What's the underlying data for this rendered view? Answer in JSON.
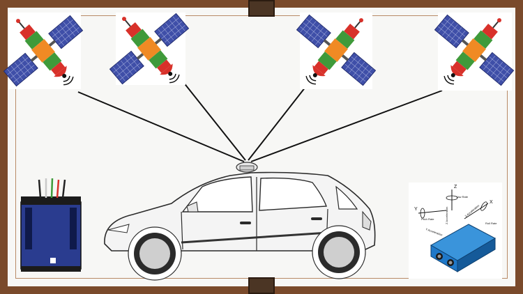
{
  "scene": {
    "satellites": [
      {
        "name": "satellite-1",
        "facing": "right"
      },
      {
        "name": "satellite-2",
        "facing": "right"
      },
      {
        "name": "satellite-3",
        "facing": "left"
      },
      {
        "name": "satellite-4",
        "facing": "left"
      }
    ],
    "devices": [
      {
        "name": "gnss-receiver-box",
        "icon": "receiver-box-icon"
      },
      {
        "name": "imu-sensor",
        "icon": "imu-sensor-icon"
      }
    ],
    "vehicle": {
      "name": "car",
      "antenna": "gnss-antenna"
    }
  },
  "imu_labels": {
    "z": "Z",
    "x": "X",
    "y": "Y",
    "yaw_rate": "Yaw Rate",
    "pitch_rate": "Pitch Rate",
    "roll_rate": "Roll Rate",
    "z_accel": "Z Acceleration",
    "x_accel": "X Acceleration",
    "y_accel": "Y Acceleration"
  },
  "colors": {
    "frame": "#7a4a2b",
    "solar_panel": "#3f4fa8",
    "satellite_body_red": "#d8312a",
    "satellite_body_orange": "#f08a24",
    "satellite_body_green": "#3f9a3a",
    "receiver_blue": "#2a3c8f",
    "imu_blue": "#1f78c8"
  }
}
